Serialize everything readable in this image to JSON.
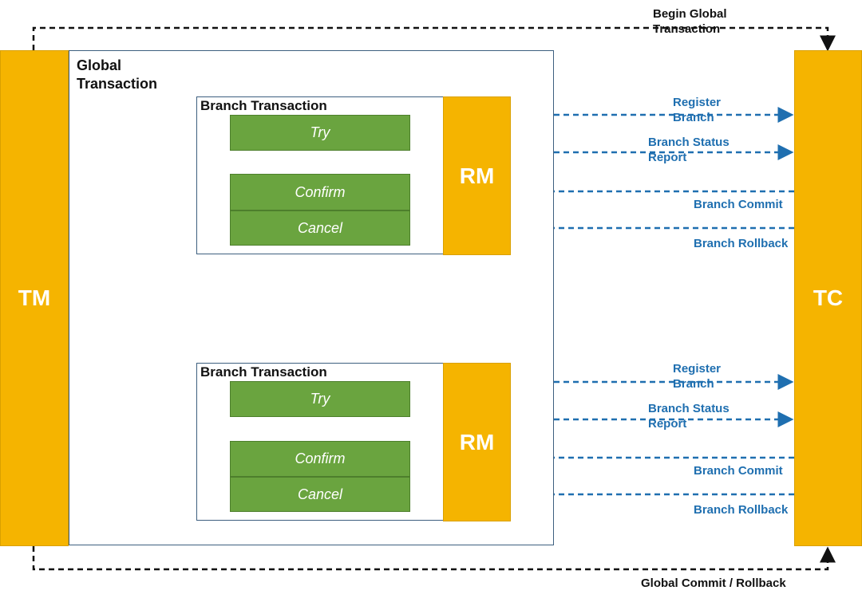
{
  "tm_label": "TM",
  "tc_label": "TC",
  "global_transaction_label": "Global\nTransaction",
  "begin_global_label": "Begin Global\nTransaction",
  "global_commit_label": "Global Commit / Rollback",
  "branches": [
    {
      "title": "Branch Transaction",
      "rm": "RM",
      "try": "Try",
      "confirm": "Confirm",
      "cancel": "Cancel",
      "register": "Register\nBranch",
      "status": "Branch Status\nReport",
      "commit": "Branch Commit",
      "rollback": "Branch Rollback"
    },
    {
      "title": "Branch Transaction",
      "rm": "RM",
      "try": "Try",
      "confirm": "Confirm",
      "cancel": "Cancel",
      "register": "Register\nBranch",
      "status": "Branch Status\nReport",
      "commit": "Branch Commit",
      "rollback": "Branch Rollback"
    }
  ],
  "colors": {
    "accent": "#f5b400",
    "green": "#6aa43f",
    "arrow": "#1f6fb0",
    "border": "#3d5f7f"
  }
}
